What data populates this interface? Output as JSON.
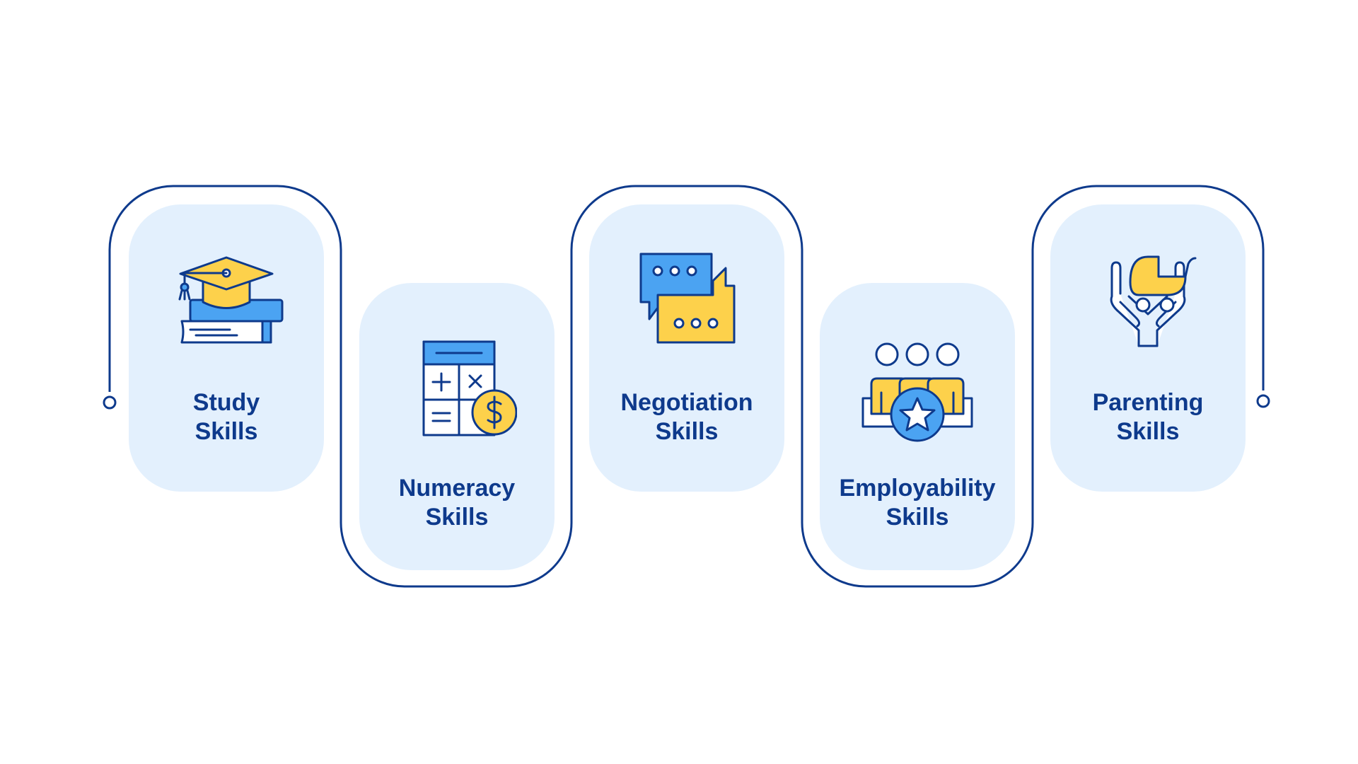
{
  "colors": {
    "outline": "#0e3a8c",
    "card_fill": "#e3f0fd",
    "accent_yellow": "#fdd14b",
    "accent_blue": "#4ba3f2"
  },
  "steps": [
    {
      "line1": "Study",
      "line2": "Skills",
      "icon": "graduation-cap-books-icon"
    },
    {
      "line1": "Numeracy",
      "line2": "Skills",
      "icon": "calculator-dollar-icon"
    },
    {
      "line1": "Negotiation",
      "line2": "Skills",
      "icon": "chat-bubbles-icon"
    },
    {
      "line1": "Employability",
      "line2": "Skills",
      "icon": "team-star-icon"
    },
    {
      "line1": "Parenting",
      "line2": "Skills",
      "icon": "hands-baby-carriage-icon"
    }
  ]
}
